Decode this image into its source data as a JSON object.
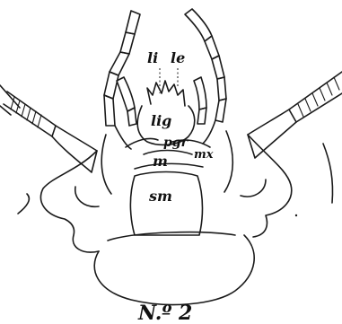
{
  "labels": {
    "li": "li",
    "le": "le",
    "lig": "lig",
    "pgr": "pgr",
    "m": "m",
    "mx": "mx",
    "sm": "sm"
  },
  "caption": "N.º 2"
}
